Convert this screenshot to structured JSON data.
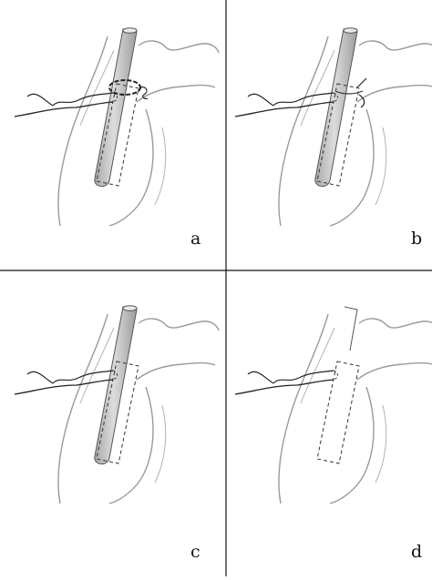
{
  "panels": [
    {
      "label": "a"
    },
    {
      "label": "b"
    },
    {
      "label": "c"
    },
    {
      "label": "d"
    }
  ],
  "colors": {
    "background": "#ffffff",
    "divider": "#111111",
    "tissue_outline": "#9a9a9a",
    "ink": "#222222",
    "tube_fill": "#c8c8c8"
  }
}
